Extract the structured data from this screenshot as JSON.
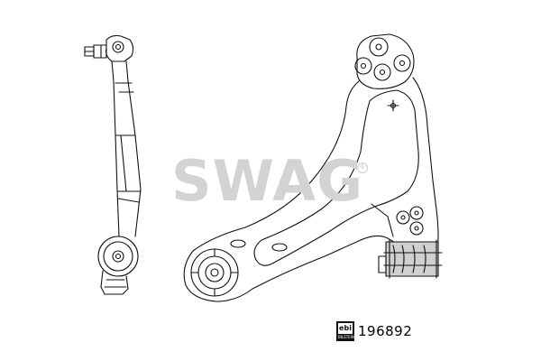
{
  "watermark": {
    "brand": "SWAG",
    "registered_mark": "®"
  },
  "logo": {
    "text": "ebi",
    "subtext": "BILSTEIN"
  },
  "part_number": "196892",
  "icons": [
    "side-view-control-arm-icon",
    "top-view-control-arm-icon",
    "ebi-logo-icon"
  ]
}
